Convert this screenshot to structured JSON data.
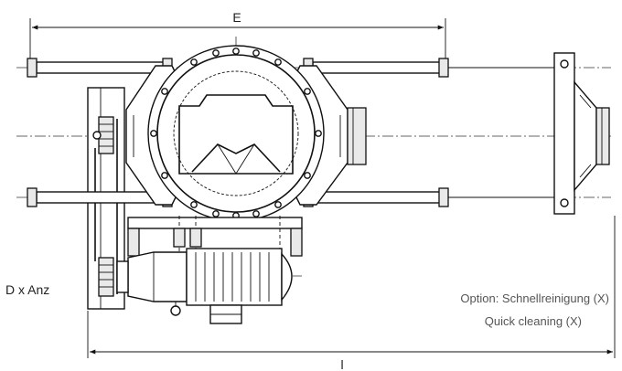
{
  "dimensions": {
    "e_label": "E",
    "l_label": "l",
    "d_label": "D x Anz"
  },
  "notes": {
    "option_de": "Option: Schnellreinigung (X)",
    "option_en": "Quick cleaning (X)"
  }
}
